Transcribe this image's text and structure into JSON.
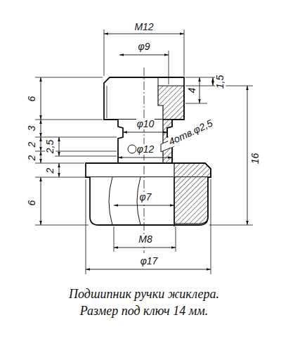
{
  "diagram": {
    "caption": "Подшипник ручки жиклера. Размер под ключ 14 мм.",
    "labels": [
      "M12",
      "φ9",
      "4",
      "1,5",
      "6",
      "3",
      "φ10",
      "2",
      "2,5",
      "4отв.φ2,5",
      "φ12",
      "16",
      "2",
      "2",
      "φ7",
      "6",
      "M8",
      "φ17"
    ]
  }
}
